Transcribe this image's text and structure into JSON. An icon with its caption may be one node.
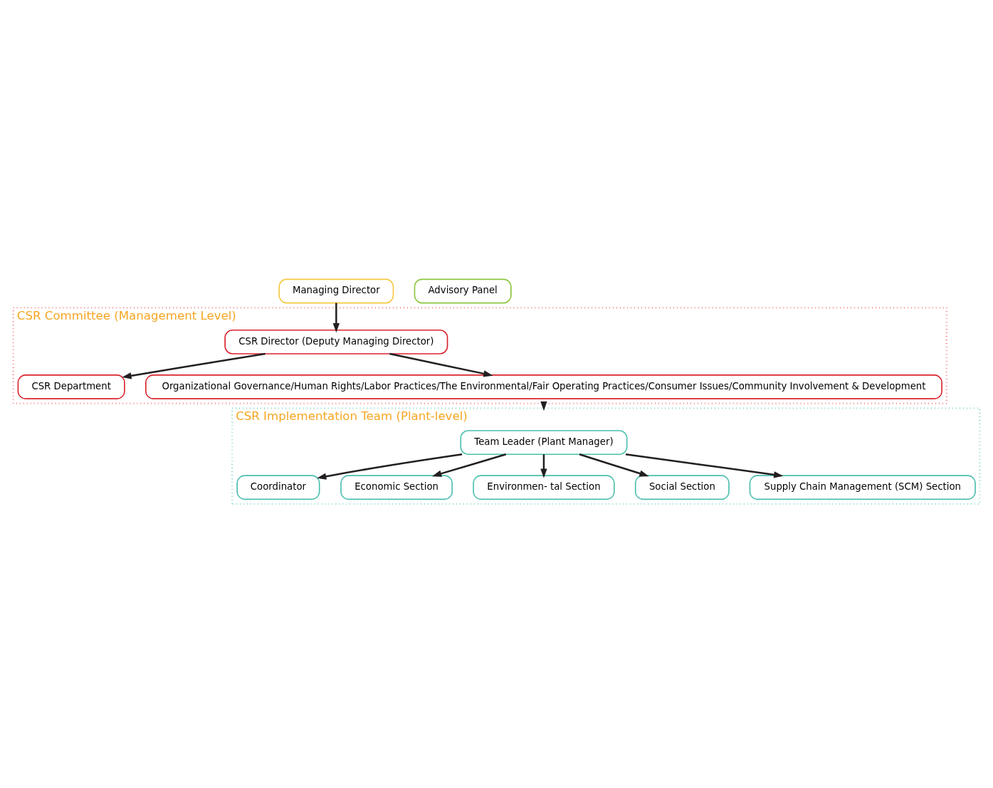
{
  "diagram": {
    "nodes": [
      {
        "text": [
          "Managing Director"
        ]
      },
      {
        "text": [
          "Advisory Panel"
        ]
      },
      {
        "text": [
          "CSR Committee (Management Level)"
        ]
      },
      {
        "text": [
          "CSR Director (Deputy Managing Director)"
        ],
        "in": 2
      },
      {
        "text": [
          "CSR Department"
        ],
        "in": 2
      },
      {
        "text": [
          "Organizational Governance/Human Rights/Labor Practices/The Environmental/Fair Operating Practices/Consumer Issues/Community Involvement & Development"
        ],
        "in": 2
      },
      {
        "text": [
          "CSR Implementation Team (Plant-level)"
        ]
      },
      {
        "text": [
          "Team Leader (Plant Manager)"
        ],
        "in": 6
      },
      {
        "text": [
          "Coordinator"
        ],
        "in": 6
      },
      {
        "text": [
          "Economic Section"
        ],
        "in": 6
      },
      {
        "text": [
          "Environmen- tal Section"
        ],
        "in": 6
      },
      {
        "text": [
          "Social Section"
        ],
        "in": 6
      },
      {
        "text": [
          "Supply Chain Management (SCM) Section"
        ],
        "in": 6
      }
    ],
    "edges": [
      {
        "from": 0,
        "to": 3,
        "arrow": "to"
      },
      {
        "from": 3,
        "to": 4,
        "arrow": "to"
      },
      {
        "from": 3,
        "to": 5,
        "arrow": "to"
      },
      {
        "from": 2,
        "to": 6,
        "arrow": "to"
      },
      {
        "from": 7,
        "to": 8,
        "arrow": "to"
      },
      {
        "from": 7,
        "to": 9,
        "arrow": "to"
      },
      {
        "from": 7,
        "to": 10,
        "arrow": "to"
      },
      {
        "from": 7,
        "to": 11,
        "arrow": "to"
      },
      {
        "from": 7,
        "to": 12,
        "arrow": "to"
      }
    ]
  }
}
